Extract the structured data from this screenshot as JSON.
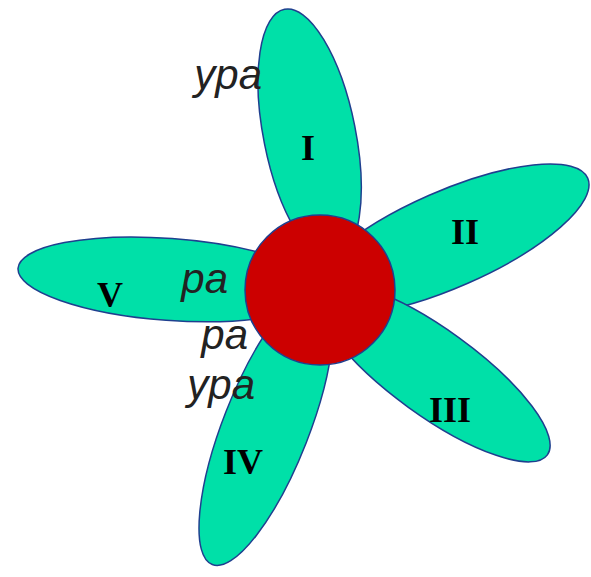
{
  "diagram": {
    "nodes": [
      {
        "text": [
          "I"
        ]
      },
      {
        "text": [
          "II"
        ]
      },
      {
        "text": [
          "III"
        ]
      },
      {
        "text": [
          "IV"
        ]
      },
      {
        "text": [
          "V"
        ]
      }
    ],
    "labels": [
      "ура",
      "ра",
      "ра",
      "ура"
    ]
  }
}
